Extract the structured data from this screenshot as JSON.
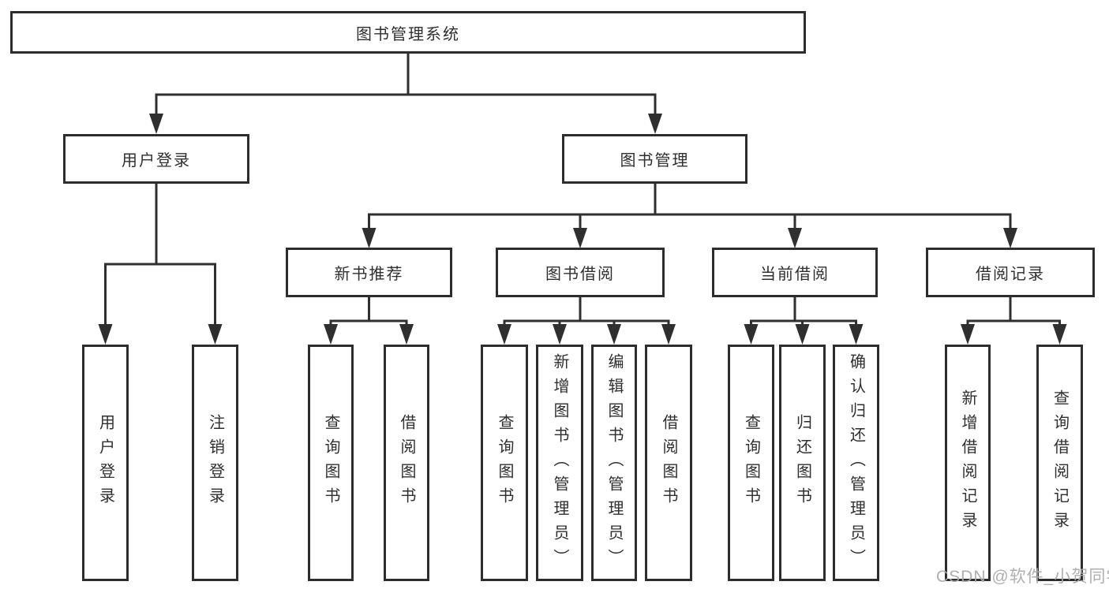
{
  "tree": {
    "root": "图书管理系统",
    "level2": [
      {
        "label": "用户登录",
        "leaves": [
          "用户登录",
          "注销登录"
        ]
      },
      {
        "label": "图书管理",
        "sections": [
          {
            "label": "新书推荐",
            "leaves": [
              "查询图书",
              "借阅图书"
            ]
          },
          {
            "label": "图书借阅",
            "leaves": [
              "查询图书",
              "新增图书（管理员）",
              "编辑图书（管理员）",
              "借阅图书"
            ]
          },
          {
            "label": "当前借阅",
            "leaves": [
              "查询图书",
              "归还图书",
              "确认归还（管理员）"
            ]
          },
          {
            "label": "借阅记录",
            "leaves": [
              "新增借阅记录",
              "查询借阅记录"
            ]
          }
        ]
      }
    ]
  },
  "watermark": "CSDN @软件_小贺同学",
  "colors": {
    "line": "#2f2f2f",
    "text": "#2f2f2f",
    "watermark": "#ababab",
    "background": "#ffffff"
  }
}
